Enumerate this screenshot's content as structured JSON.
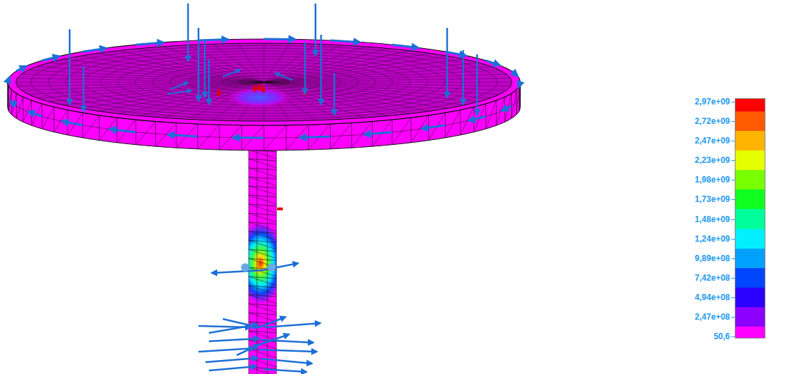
{
  "diagram": {
    "legend": [
      {
        "text": "2,97e+09",
        "color": "#ff0000"
      },
      {
        "text": "2,72e+09",
        "color": "#ff5a00"
      },
      {
        "text": "2,47e+09",
        "color": "#ffb400"
      },
      {
        "text": "2,23e+09",
        "color": "#e6ff00"
      },
      {
        "text": "1,98e+09",
        "color": "#78ff00"
      },
      {
        "text": "1,73e+09",
        "color": "#10ff20"
      },
      {
        "text": "1,48e+09",
        "color": "#00ff9a"
      },
      {
        "text": "1,24e+09",
        "color": "#00f0ff"
      },
      {
        "text": "9,89e+08",
        "color": "#00a0ff"
      },
      {
        "text": "7,42e+08",
        "color": "#0046ff"
      },
      {
        "text": "4,94e+08",
        "color": "#2a00ff"
      },
      {
        "text": "2,47e+08",
        "color": "#8c00ff"
      },
      {
        "text": "50,6",
        "color": "#ff00ff"
      }
    ]
  }
}
